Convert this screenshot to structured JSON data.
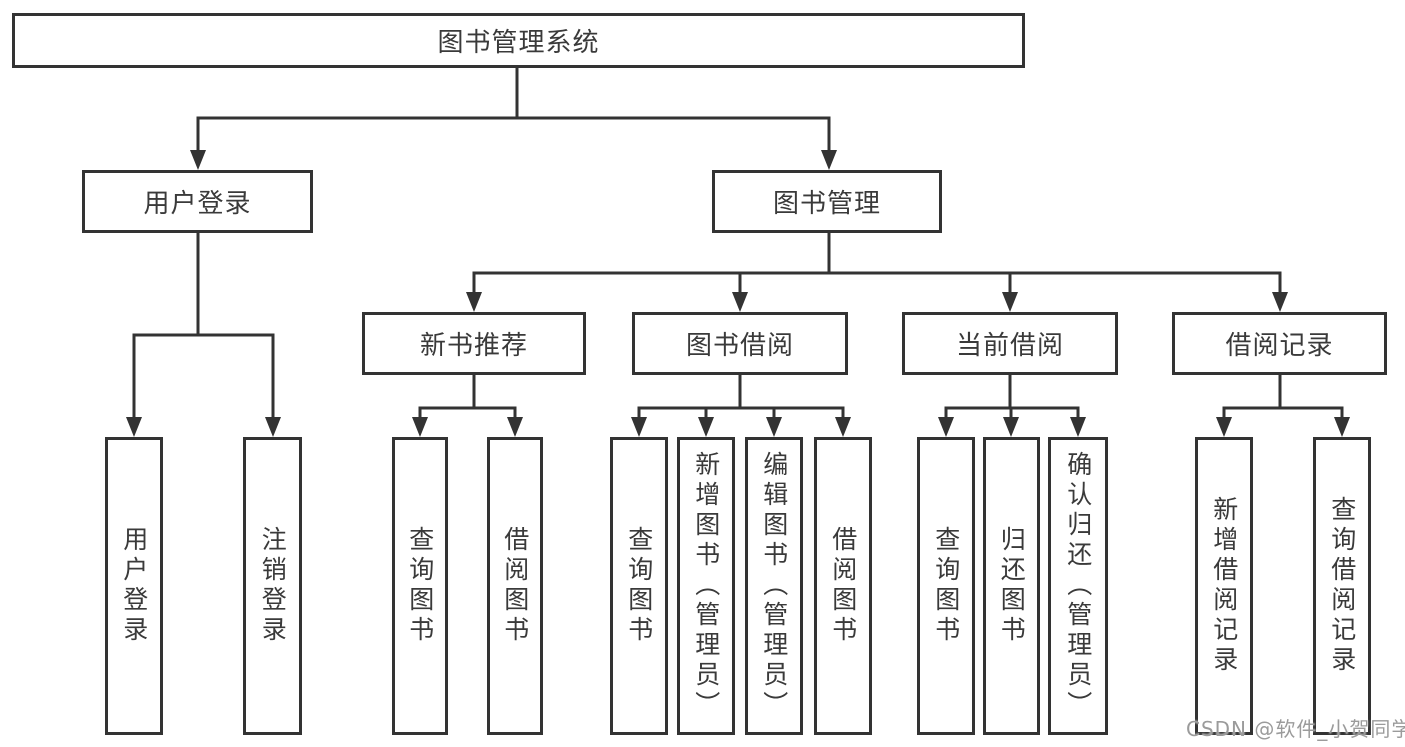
{
  "diagram": {
    "root": {
      "label": "图书管理系统"
    },
    "branches": [
      {
        "label": "用户登录"
      },
      {
        "label": "图书管理"
      }
    ],
    "modules": [
      {
        "label": "新书推荐",
        "parent": "图书管理"
      },
      {
        "label": "图书借阅",
        "parent": "图书管理"
      },
      {
        "label": "当前借阅",
        "parent": "图书管理"
      },
      {
        "label": "借阅记录",
        "parent": "图书管理"
      }
    ],
    "leaves": [
      {
        "label": "用户登录",
        "parent": "用户登录"
      },
      {
        "label": "注销登录",
        "parent": "用户登录"
      },
      {
        "label": "查询图书",
        "parent": "新书推荐"
      },
      {
        "label": "借阅图书",
        "parent": "新书推荐"
      },
      {
        "label": "查询图书",
        "parent": "图书借阅"
      },
      {
        "label": "新增图书（管理员）",
        "parent": "图书借阅"
      },
      {
        "label": "编辑图书（管理员）",
        "parent": "图书借阅"
      },
      {
        "label": "借阅图书",
        "parent": "图书借阅"
      },
      {
        "label": "查询图书",
        "parent": "当前借阅"
      },
      {
        "label": "归还图书",
        "parent": "当前借阅"
      },
      {
        "label": "确认归还（管理员）",
        "parent": "当前借阅"
      },
      {
        "label": "新增借阅记录",
        "parent": "借阅记录"
      },
      {
        "label": "查询借阅记录",
        "parent": "借阅记录"
      }
    ]
  },
  "watermark": {
    "text": "CSDN @软件_小贺同学"
  },
  "colors": {
    "background": "#ffffff",
    "line": "#333333",
    "box_border": "#333333",
    "box_fill": "#ffffff",
    "text": "#3a3a3a",
    "watermark": "#9b9b9b"
  }
}
